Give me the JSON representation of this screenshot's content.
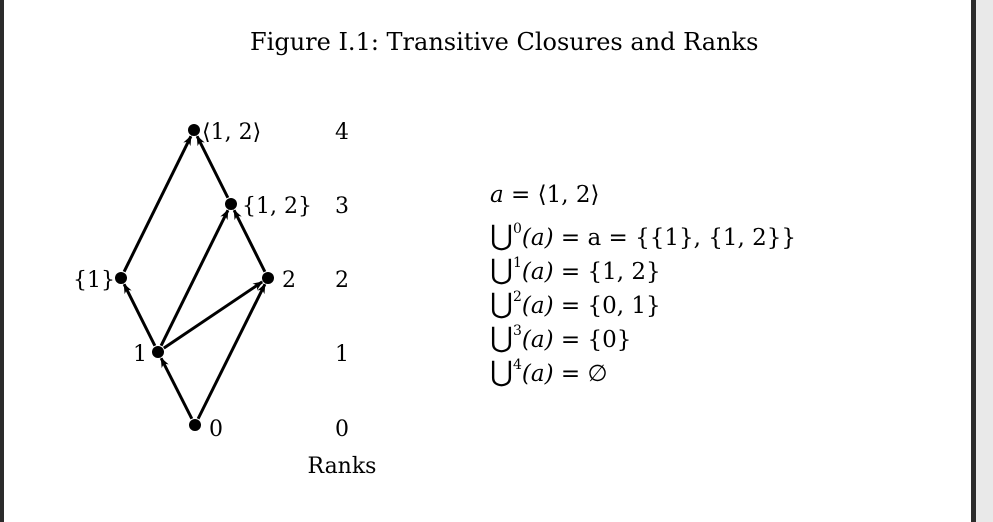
{
  "caption": "Figure I.1: Transitive Closures and Ranks",
  "nodes": [
    {
      "id": "0",
      "label": "0"
    },
    {
      "id": "1",
      "label": "1"
    },
    {
      "id": "2",
      "label": "2"
    },
    {
      "id": "s1",
      "label": "{1}"
    },
    {
      "id": "s12",
      "label": "{1, 2}"
    },
    {
      "id": "pair",
      "label": "⟨1, 2⟩"
    }
  ],
  "edges": [
    {
      "from": "0",
      "to": "1"
    },
    {
      "from": "0",
      "to": "2"
    },
    {
      "from": "1",
      "to": "s1"
    },
    {
      "from": "1",
      "to": "2"
    },
    {
      "from": "1",
      "to": "s12"
    },
    {
      "from": "2",
      "to": "s12"
    },
    {
      "from": "s1",
      "to": "pair"
    },
    {
      "from": "s12",
      "to": "pair"
    }
  ],
  "ranks": {
    "title": "Ranks",
    "values": [
      "0",
      "1",
      "2",
      "3",
      "4"
    ]
  },
  "equations": [
    {
      "lhs": "a",
      "rhs": "= ⟨1, 2⟩"
    },
    {
      "lhs_op": "⋃",
      "sup": "0",
      "lhs_arg": "(a)",
      "rhs": "= a = {{1}, {1, 2}}"
    },
    {
      "lhs_op": "⋃",
      "sup": "1",
      "lhs_arg": "(a)",
      "rhs": "= {1, 2}"
    },
    {
      "lhs_op": "⋃",
      "sup": "2",
      "lhs_arg": "(a)",
      "rhs": "= {0, 1}"
    },
    {
      "lhs_op": "⋃",
      "sup": "3",
      "lhs_arg": "(a)",
      "rhs": "= {0}"
    },
    {
      "lhs_op": "⋃",
      "sup": "4",
      "lhs_arg": "(a)",
      "rhs": "= ∅"
    }
  ]
}
